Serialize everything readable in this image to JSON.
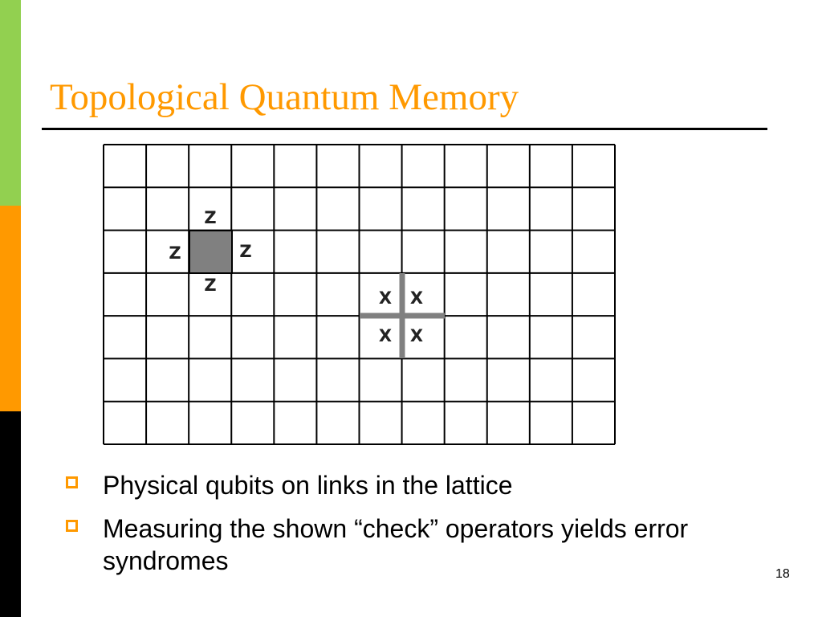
{
  "slide": {
    "title": "Topological Quantum Memory",
    "page_number": "18"
  },
  "colors": {
    "accent_orange": "#ff9900",
    "accent_green": "#92d050",
    "sidebar_black": "#000000",
    "plaquette_fill": "#808080",
    "vertex_star": "#808080"
  },
  "lattice": {
    "columns": 12,
    "rows": 7
  },
  "plaquette_check": {
    "label_top": "Z",
    "label_left": "Z",
    "label_right": "Z",
    "label_bottom": "Z"
  },
  "vertex_check": {
    "label_top_left": "X",
    "label_top_right": "X",
    "label_bottom_left": "X",
    "label_bottom_right": "X"
  },
  "bullets": [
    {
      "text": "Physical qubits on links in the lattice"
    },
    {
      "text": "Measuring the shown “check” operators yields error syndromes"
    }
  ]
}
